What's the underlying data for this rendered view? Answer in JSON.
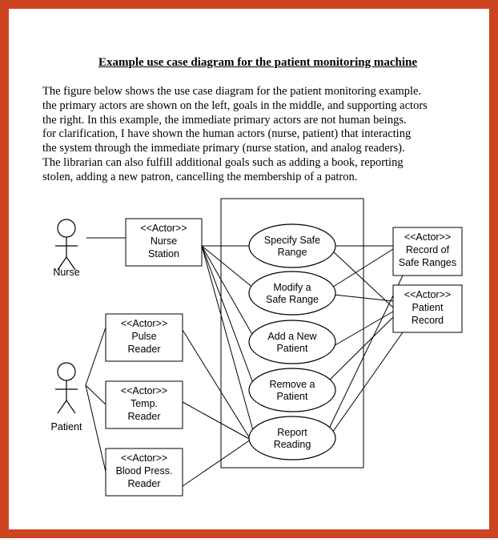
{
  "colors": {
    "border": "#cc4422",
    "ink": "#000000",
    "paper": "#ffffff"
  },
  "title": "Example use case diagram for the patient monitoring machine",
  "intro_lines": [
    "The figure below shows the use case diagram for the patient monitoring example.",
    "the primary actors are shown on the left, goals in the middle, and supporting actors",
    "the right. In this example, the immediate primary actors are not human beings.",
    "for clarification, I have shown the human actors (nurse, patient) that interacting",
    "the system through the immediate primary (nurse station, and analog readers).",
    "The librarian can also fulfill additional goals such as adding a book, reporting",
    "stolen, adding a new patron, cancelling the membership of a patron."
  ],
  "human_actors": [
    {
      "id": "nurse",
      "label": "Nurse"
    },
    {
      "id": "patient",
      "label": "Patient"
    }
  ],
  "system_actors": [
    {
      "id": "nurse-station",
      "lines": [
        "<<Actor>>",
        "Nurse",
        "Station"
      ]
    },
    {
      "id": "pulse-reader",
      "lines": [
        "<<Actor>>",
        "Pulse",
        "Reader"
      ]
    },
    {
      "id": "temp-reader",
      "lines": [
        "<<Actor>>",
        "Temp.",
        "Reader"
      ]
    },
    {
      "id": "blood-press-reader",
      "lines": [
        "<<Actor>>",
        "Blood Press.",
        "Reader"
      ]
    },
    {
      "id": "record-of-safe-ranges",
      "lines": [
        "<<Actor>>",
        "Record of",
        "Safe Ranges"
      ]
    },
    {
      "id": "patient-record",
      "lines": [
        "<<Actor>>",
        "Patient",
        "Record"
      ]
    }
  ],
  "use_cases": [
    {
      "id": "specify-safe-range",
      "lines": [
        "Specify Safe",
        "Range"
      ]
    },
    {
      "id": "modify-safe-range",
      "lines": [
        "Modify a",
        "Safe Range"
      ]
    },
    {
      "id": "add-new-patient",
      "lines": [
        "Add a New",
        "Patient"
      ]
    },
    {
      "id": "remove-patient",
      "lines": [
        "Remove a",
        "Patient"
      ]
    },
    {
      "id": "report-reading",
      "lines": [
        "Report",
        "Reading"
      ]
    }
  ],
  "associations": [
    [
      "nurse",
      "nurse-station"
    ],
    [
      "patient",
      "pulse-reader"
    ],
    [
      "patient",
      "temp-reader"
    ],
    [
      "patient",
      "blood-press-reader"
    ],
    [
      "nurse-station",
      "specify-safe-range"
    ],
    [
      "nurse-station",
      "modify-safe-range"
    ],
    [
      "nurse-station",
      "add-new-patient"
    ],
    [
      "nurse-station",
      "remove-patient"
    ],
    [
      "nurse-station",
      "report-reading"
    ],
    [
      "pulse-reader",
      "report-reading"
    ],
    [
      "temp-reader",
      "report-reading"
    ],
    [
      "blood-press-reader",
      "report-reading"
    ],
    [
      "specify-safe-range",
      "record-of-safe-ranges"
    ],
    [
      "specify-safe-range",
      "patient-record"
    ],
    [
      "modify-safe-range",
      "record-of-safe-ranges"
    ],
    [
      "modify-safe-range",
      "patient-record"
    ],
    [
      "add-new-patient",
      "patient-record"
    ],
    [
      "remove-patient",
      "patient-record"
    ],
    [
      "report-reading",
      "record-of-safe-ranges"
    ],
    [
      "report-reading",
      "patient-record"
    ]
  ]
}
